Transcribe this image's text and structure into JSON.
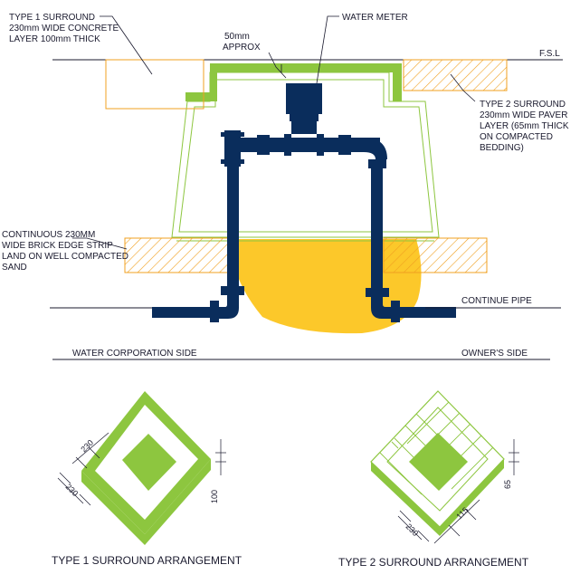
{
  "colors": {
    "pipe": "#0a2d5c",
    "green": "#8dc63f",
    "green_outline": "#8dc63f",
    "orange": "#f0a020",
    "yellow_fill": "#fcc82a",
    "line": "#1a1a2e"
  },
  "labels": {
    "type1_surround": [
      "TYPE 1 SURROUND",
      "230mm WIDE CONCRETE",
      "LAYER 100mm THICK"
    ],
    "water_meter": "WATER METER",
    "approx_50": [
      "50mm",
      "APPROX"
    ],
    "fsl": "F.S.L",
    "type2_surround": [
      "TYPE 2 SURROUND",
      "230mm WIDE PAVER",
      "LAYER (65mm THICK",
      "ON COMPACTED",
      "BEDDING)"
    ],
    "brick_strip": [
      "CONTINUOUS 230MM",
      "WIDE BRICK EDGE STRIP",
      "LAND ON WELL COMPACTED",
      "SAND"
    ],
    "continue_pipe": "CONTINUE PIPE",
    "water_corp_side": "WATER CORPORATION SIDE",
    "owners_side": "OWNER'S SIDE"
  },
  "type1_dims": {
    "top": "230",
    "side": "230",
    "depth": "100"
  },
  "type2_dims": {
    "side": "230",
    "inner": "115",
    "depth": "65"
  },
  "captions": {
    "type1": "TYPE 1 SURROUND ARRANGEMENT",
    "type2": "TYPE 2 SURROUND ARRANGEMENT"
  }
}
